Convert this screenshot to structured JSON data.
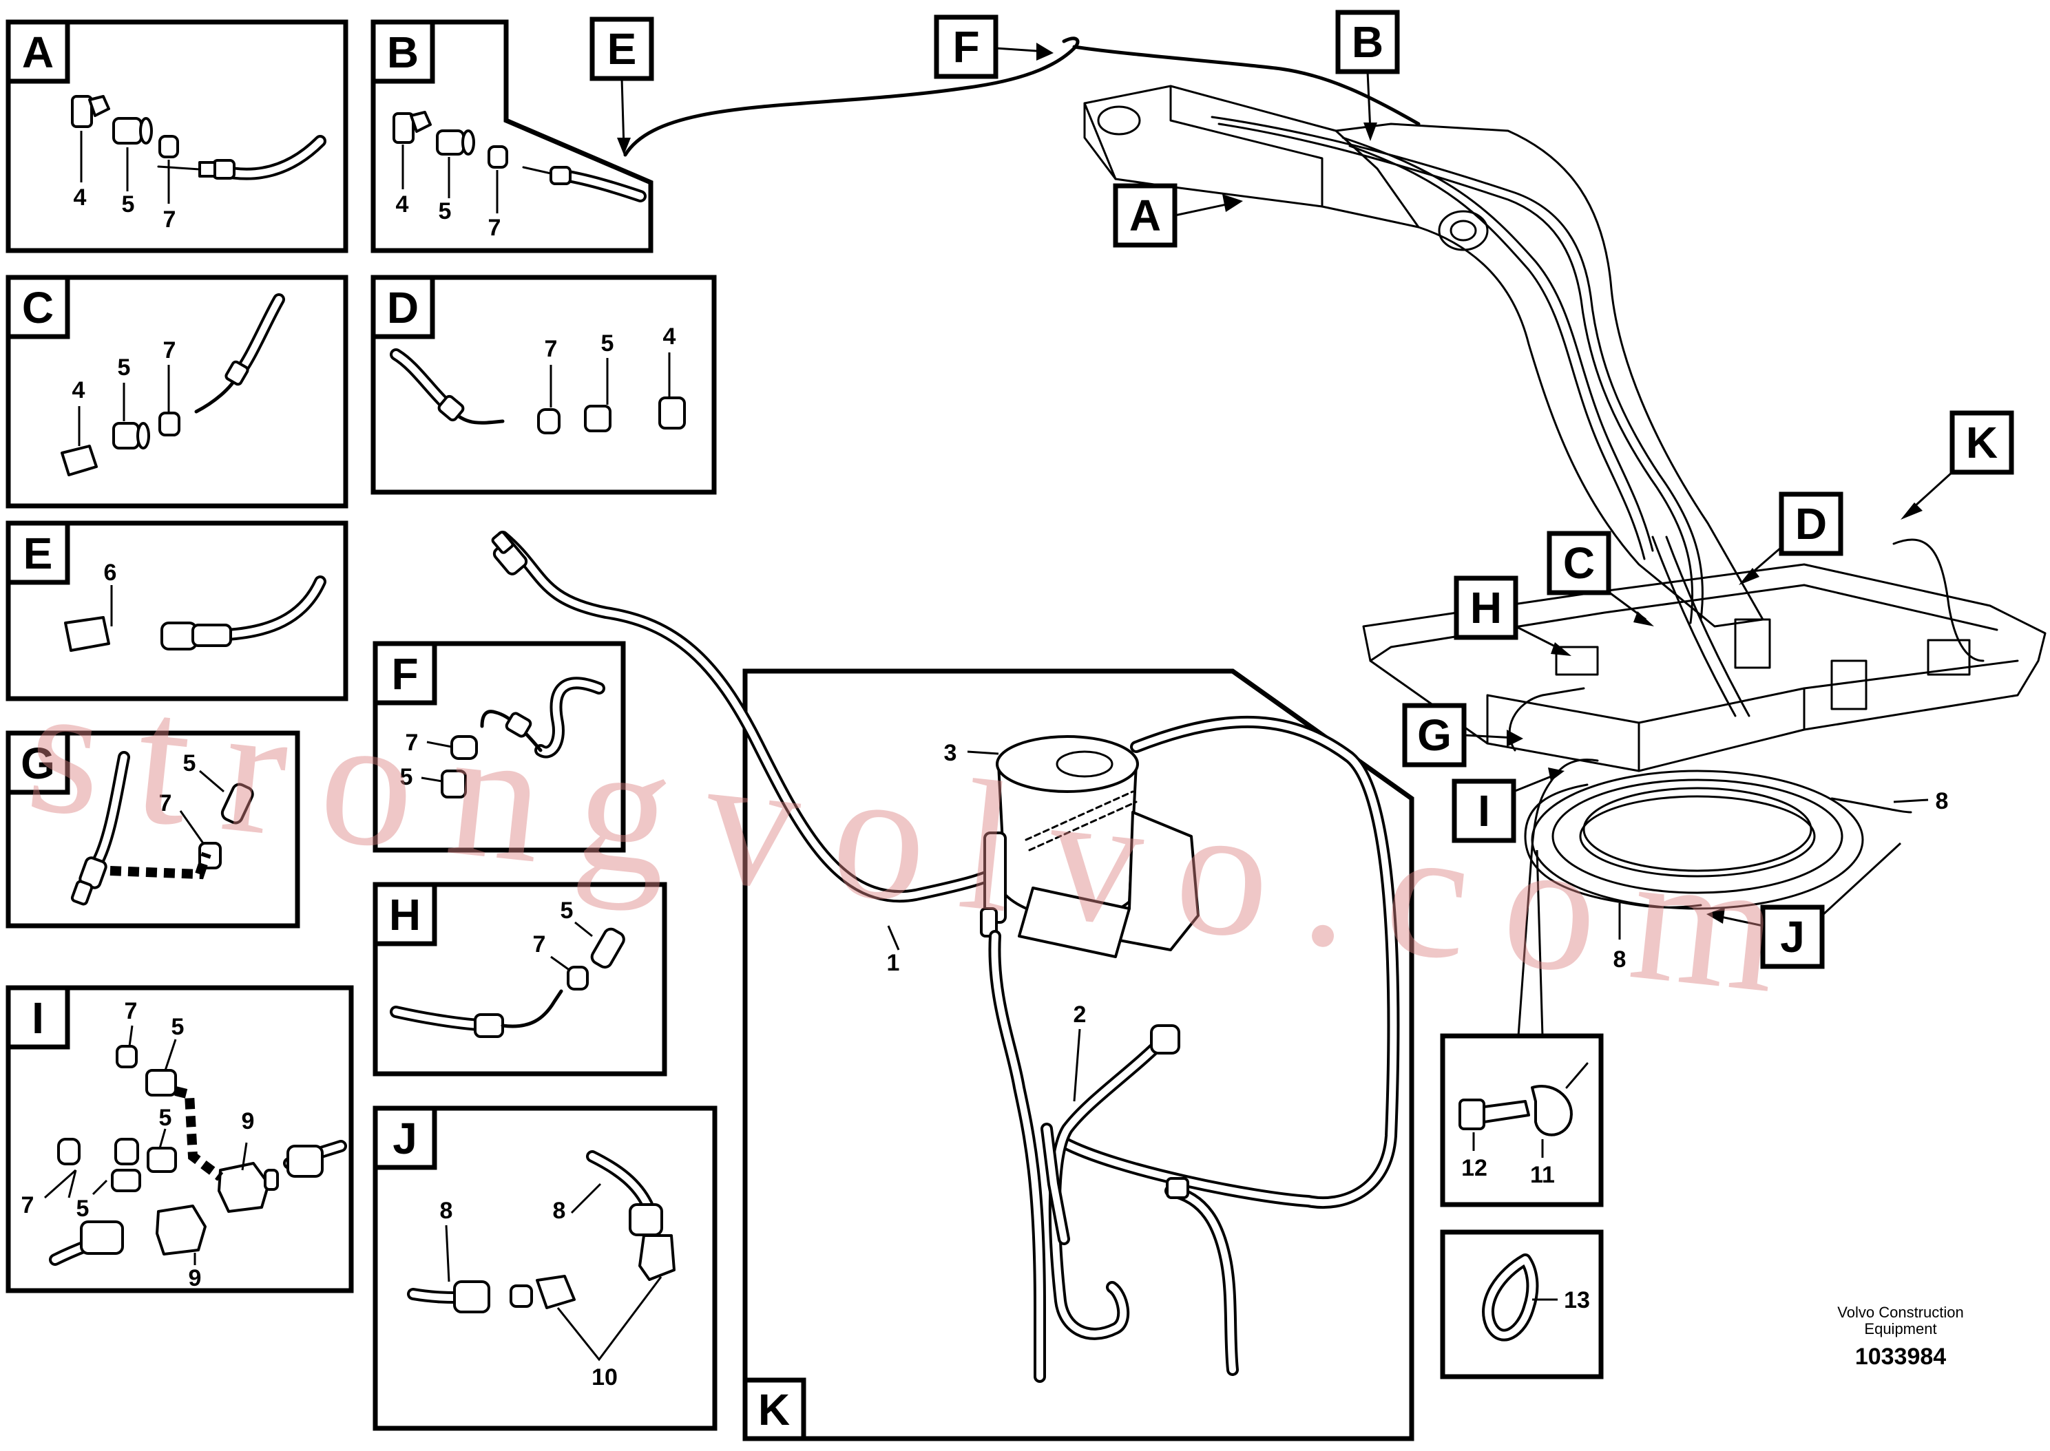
{
  "diagram": {
    "callouts": {
      "A": "A",
      "B": "B",
      "C": "C",
      "D": "D",
      "E": "E",
      "F": "F",
      "G": "G",
      "H": "H",
      "I": "I",
      "J": "J",
      "K": "K"
    },
    "parts": {
      "p1": "1",
      "p2": "2",
      "p3": "3",
      "p4": "4",
      "p5": "5",
      "p6": "6",
      "p7": "7",
      "p8": "8",
      "p9": "9",
      "p10": "10",
      "p11": "11",
      "p12": "12",
      "p13": "13"
    }
  },
  "footer": {
    "credit_line1": "Volvo Construction",
    "credit_line2": "Equipment",
    "doc_number": "1033984"
  },
  "watermark": "strongvolvo.com"
}
